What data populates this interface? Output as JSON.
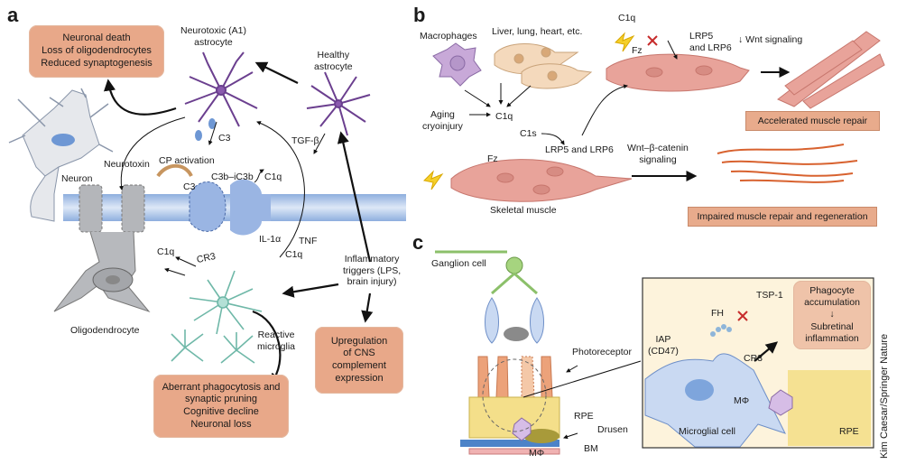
{
  "panels": {
    "a": {
      "letter": "a",
      "outcome_top": [
        "Neuronal death",
        "Loss of oligodendrocytes",
        "Reduced synaptogenesis"
      ],
      "labels": {
        "neurotoxic_astrocyte": [
          "Neurotoxic (A1)",
          "astrocyte"
        ],
        "healthy_astrocyte": [
          "Healthy",
          "astrocyte"
        ],
        "neuron": "Neuron",
        "neurotoxin": "Neurotoxin",
        "c3_astro": "C3",
        "cp_activation": "CP activation",
        "c3_syn": "C3",
        "c3b_ic3b": "C3b–iC3b",
        "c1q_syn": "C1q",
        "tgf_beta": "TGF-β",
        "il1a": "IL-1α",
        "tnf": "TNF",
        "c1q_cytokine": "C1q",
        "c1q_bottom": "C1q",
        "cr3": "CR3",
        "oligodendrocyte": "Oligodendrocyte",
        "reactive_microglia": [
          "Reactive",
          "microglia"
        ],
        "inflammatory_triggers": [
          "Inflammatory",
          "triggers (LPS,",
          "brain injury)"
        ]
      },
      "outcome_upregulation": [
        "Upregulation",
        "of CNS",
        "complement",
        "expression"
      ],
      "outcome_bottom": [
        "Aberrant phagocytosis and",
        "synaptic pruning",
        "Cognitive decline",
        "Neuronal loss"
      ]
    },
    "b": {
      "letter": "b",
      "labels": {
        "macrophages": "Macrophages",
        "organs": "Liver, lung, heart, etc.",
        "aging": [
          "Aging",
          "cryoinjury"
        ],
        "c1q": "C1q",
        "c1s": "C1s",
        "fz": "Fz",
        "lrp": "LRP5 and LRP6",
        "skeletal_muscle": "Skeletal muscle",
        "c1q_top": "C1q",
        "fz_top": "Fz",
        "lrp_top": [
          "LRP5",
          "and LRP6"
        ],
        "wnt_down": "↓ Wnt signaling",
        "wnt_beta": [
          "Wnt–β-catenin",
          "signaling"
        ]
      },
      "outcome_accelerated": "Accelerated muscle repair",
      "outcome_impaired": "Impaired muscle repair and regeneration"
    },
    "c": {
      "letter": "c",
      "labels": {
        "ganglion": "Ganglion cell",
        "photoreceptor": "Photoreceptor",
        "rpe": "RPE",
        "drusen": "Drusen",
        "bm": "BM",
        "mphi_bottom": "MΦ",
        "iap": [
          "IAP",
          "(CD47)"
        ],
        "fh": "FH",
        "tsp1": "TSP-1",
        "cr3": "CR3",
        "mphi_inset": "MΦ",
        "microglial_cell": "Microglial cell",
        "rpe_inset": "RPE"
      },
      "outcome_phagocyte": [
        "Phagocyte",
        "accumulation",
        "↓",
        "Subretinal",
        "inflammation"
      ]
    }
  },
  "credit": "Kim Caesar/Springer Nature",
  "colors": {
    "outcome_box": "#e8a889",
    "astrocyte": "#6b3f8f",
    "microglia": "#6fb8a8",
    "axon": "#a9c3e8",
    "muscle": "#e8a39a",
    "ganglion": "#8cc06a",
    "photoreceptor": "#e8a070",
    "rpe": "#f4df8a"
  }
}
